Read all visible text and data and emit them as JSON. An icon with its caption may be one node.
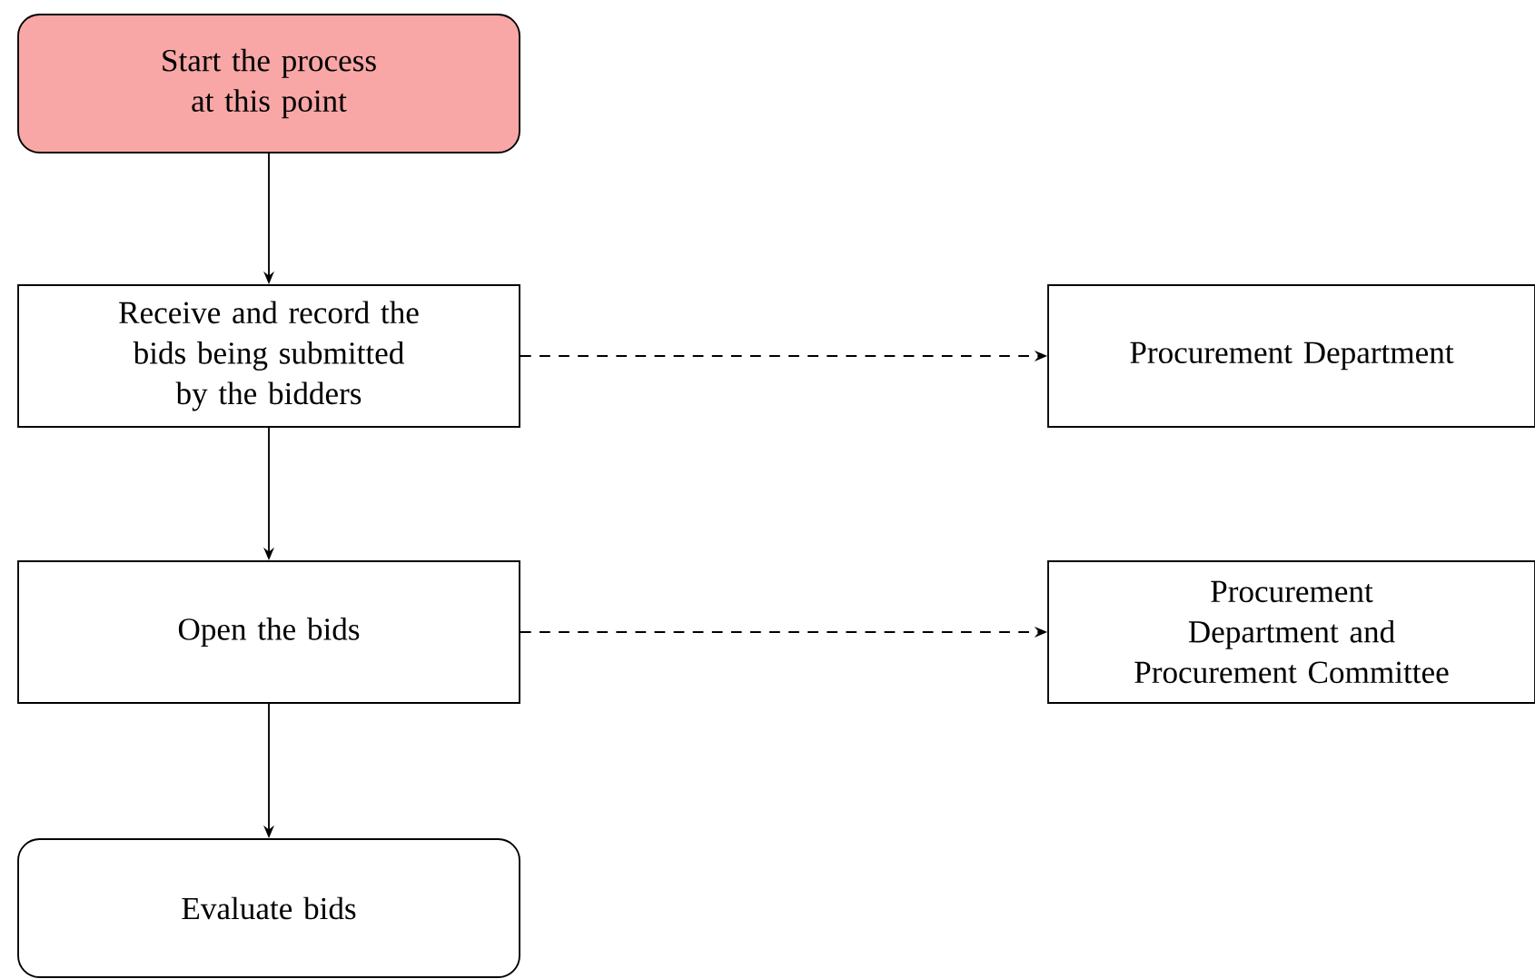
{
  "diagram": {
    "nodes": [
      {
        "text": [
          "Start the process at this point"
        ]
      },
      {
        "text": [
          "Receive and record the bids being submitted by the bidders"
        ]
      },
      {
        "text": [
          "Open the bids"
        ]
      },
      {
        "text": [
          "Evaluate bids"
        ]
      },
      {
        "text": [
          "Procurement Department"
        ]
      },
      {
        "text": [
          "Procurement Department and Procurement Committee"
        ]
      }
    ],
    "edges": [
      {
        "from": 0,
        "to": 1,
        "arrow": "to"
      },
      {
        "from": 1,
        "to": 2,
        "arrow": "to"
      },
      {
        "from": 2,
        "to": 3,
        "arrow": "to"
      },
      {
        "from": 1,
        "to": 4,
        "arrow": "to",
        "style": "dashed"
      },
      {
        "from": 2,
        "to": 5,
        "arrow": "to",
        "style": "dashed"
      }
    ]
  }
}
